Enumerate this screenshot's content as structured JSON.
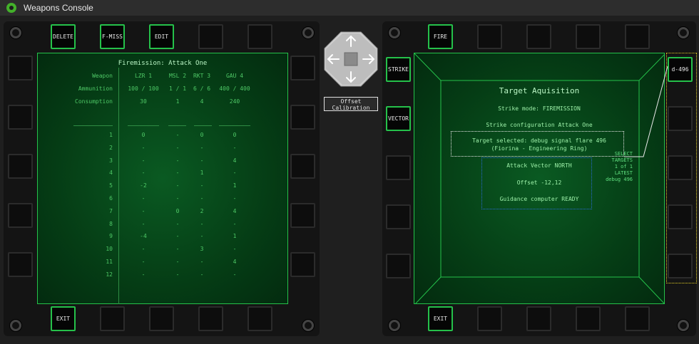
{
  "window": {
    "title": "Weapons Console"
  },
  "left": {
    "top_buttons": [
      "DELETE",
      "F-MISS",
      "EDIT",
      "",
      ""
    ],
    "bottom_buttons": [
      "EXIT",
      "",
      "",
      "",
      ""
    ],
    "firemission": {
      "title": "Firemission: Attack One",
      "row_labels": [
        "Weapon",
        "Ammunition",
        "Consumption"
      ],
      "weapons": [
        {
          "name": "LZR 1",
          "ammo": "100 / 100",
          "consumption": "30"
        },
        {
          "name": "MSL 2",
          "ammo": "1 / 1",
          "consumption": "1"
        },
        {
          "name": "RKT 3",
          "ammo": "6 / 6",
          "consumption": "4"
        },
        {
          "name": "GAU 4",
          "ammo": "400 / 400",
          "consumption": "240"
        }
      ],
      "rows": [
        {
          "n": "1",
          "v": [
            "0",
            "-",
            "0",
            "0"
          ]
        },
        {
          "n": "2",
          "v": [
            "-",
            "-",
            "-",
            "-"
          ]
        },
        {
          "n": "3",
          "v": [
            "-",
            "-",
            "-",
            "4"
          ]
        },
        {
          "n": "4",
          "v": [
            "-",
            "-",
            "1",
            "-"
          ]
        },
        {
          "n": "5",
          "v": [
            "-2",
            "-",
            "-",
            "1"
          ]
        },
        {
          "n": "6",
          "v": [
            "-",
            "-",
            "-",
            "-"
          ]
        },
        {
          "n": "7",
          "v": [
            "-",
            "0",
            "2",
            "4"
          ]
        },
        {
          "n": "8",
          "v": [
            "-",
            "-",
            "-",
            "-"
          ]
        },
        {
          "n": "9",
          "v": [
            "-4",
            "-",
            "-",
            "1"
          ]
        },
        {
          "n": "10",
          "v": [
            "-",
            "-",
            "3",
            "-"
          ]
        },
        {
          "n": "11",
          "v": [
            "-",
            "-",
            "-",
            "4"
          ]
        },
        {
          "n": "12",
          "v": [
            "-",
            "-",
            "-",
            "-"
          ]
        }
      ]
    }
  },
  "center": {
    "offset_line1": "Offset",
    "offset_line2": "Calibration"
  },
  "right": {
    "top_buttons": [
      "FIRE",
      "",
      "",
      "",
      ""
    ],
    "left_buttons": [
      "STRIKE",
      "VECTOR",
      "",
      "",
      ""
    ],
    "right_buttons": [
      "d-496",
      "",
      "",
      "",
      ""
    ],
    "bottom_buttons": [
      "EXIT",
      "",
      "",
      "",
      ""
    ],
    "target": {
      "title": "Target Aquisition",
      "strike_mode": "Strike mode: FIREMISSION",
      "strike_config": "Strike configuration Attack One",
      "selected_line1": "Target selected: debug signal flare 496",
      "selected_line2": "(Fiorina - Engineering Ring)",
      "vector": "Attack Vector NORTH",
      "offset": "Offset -12,12",
      "guidance": "Guidance computer READY"
    },
    "side_info": [
      "SELECT",
      "TARGETS",
      "1 of 1",
      "LATEST",
      "debug 496"
    ]
  }
}
